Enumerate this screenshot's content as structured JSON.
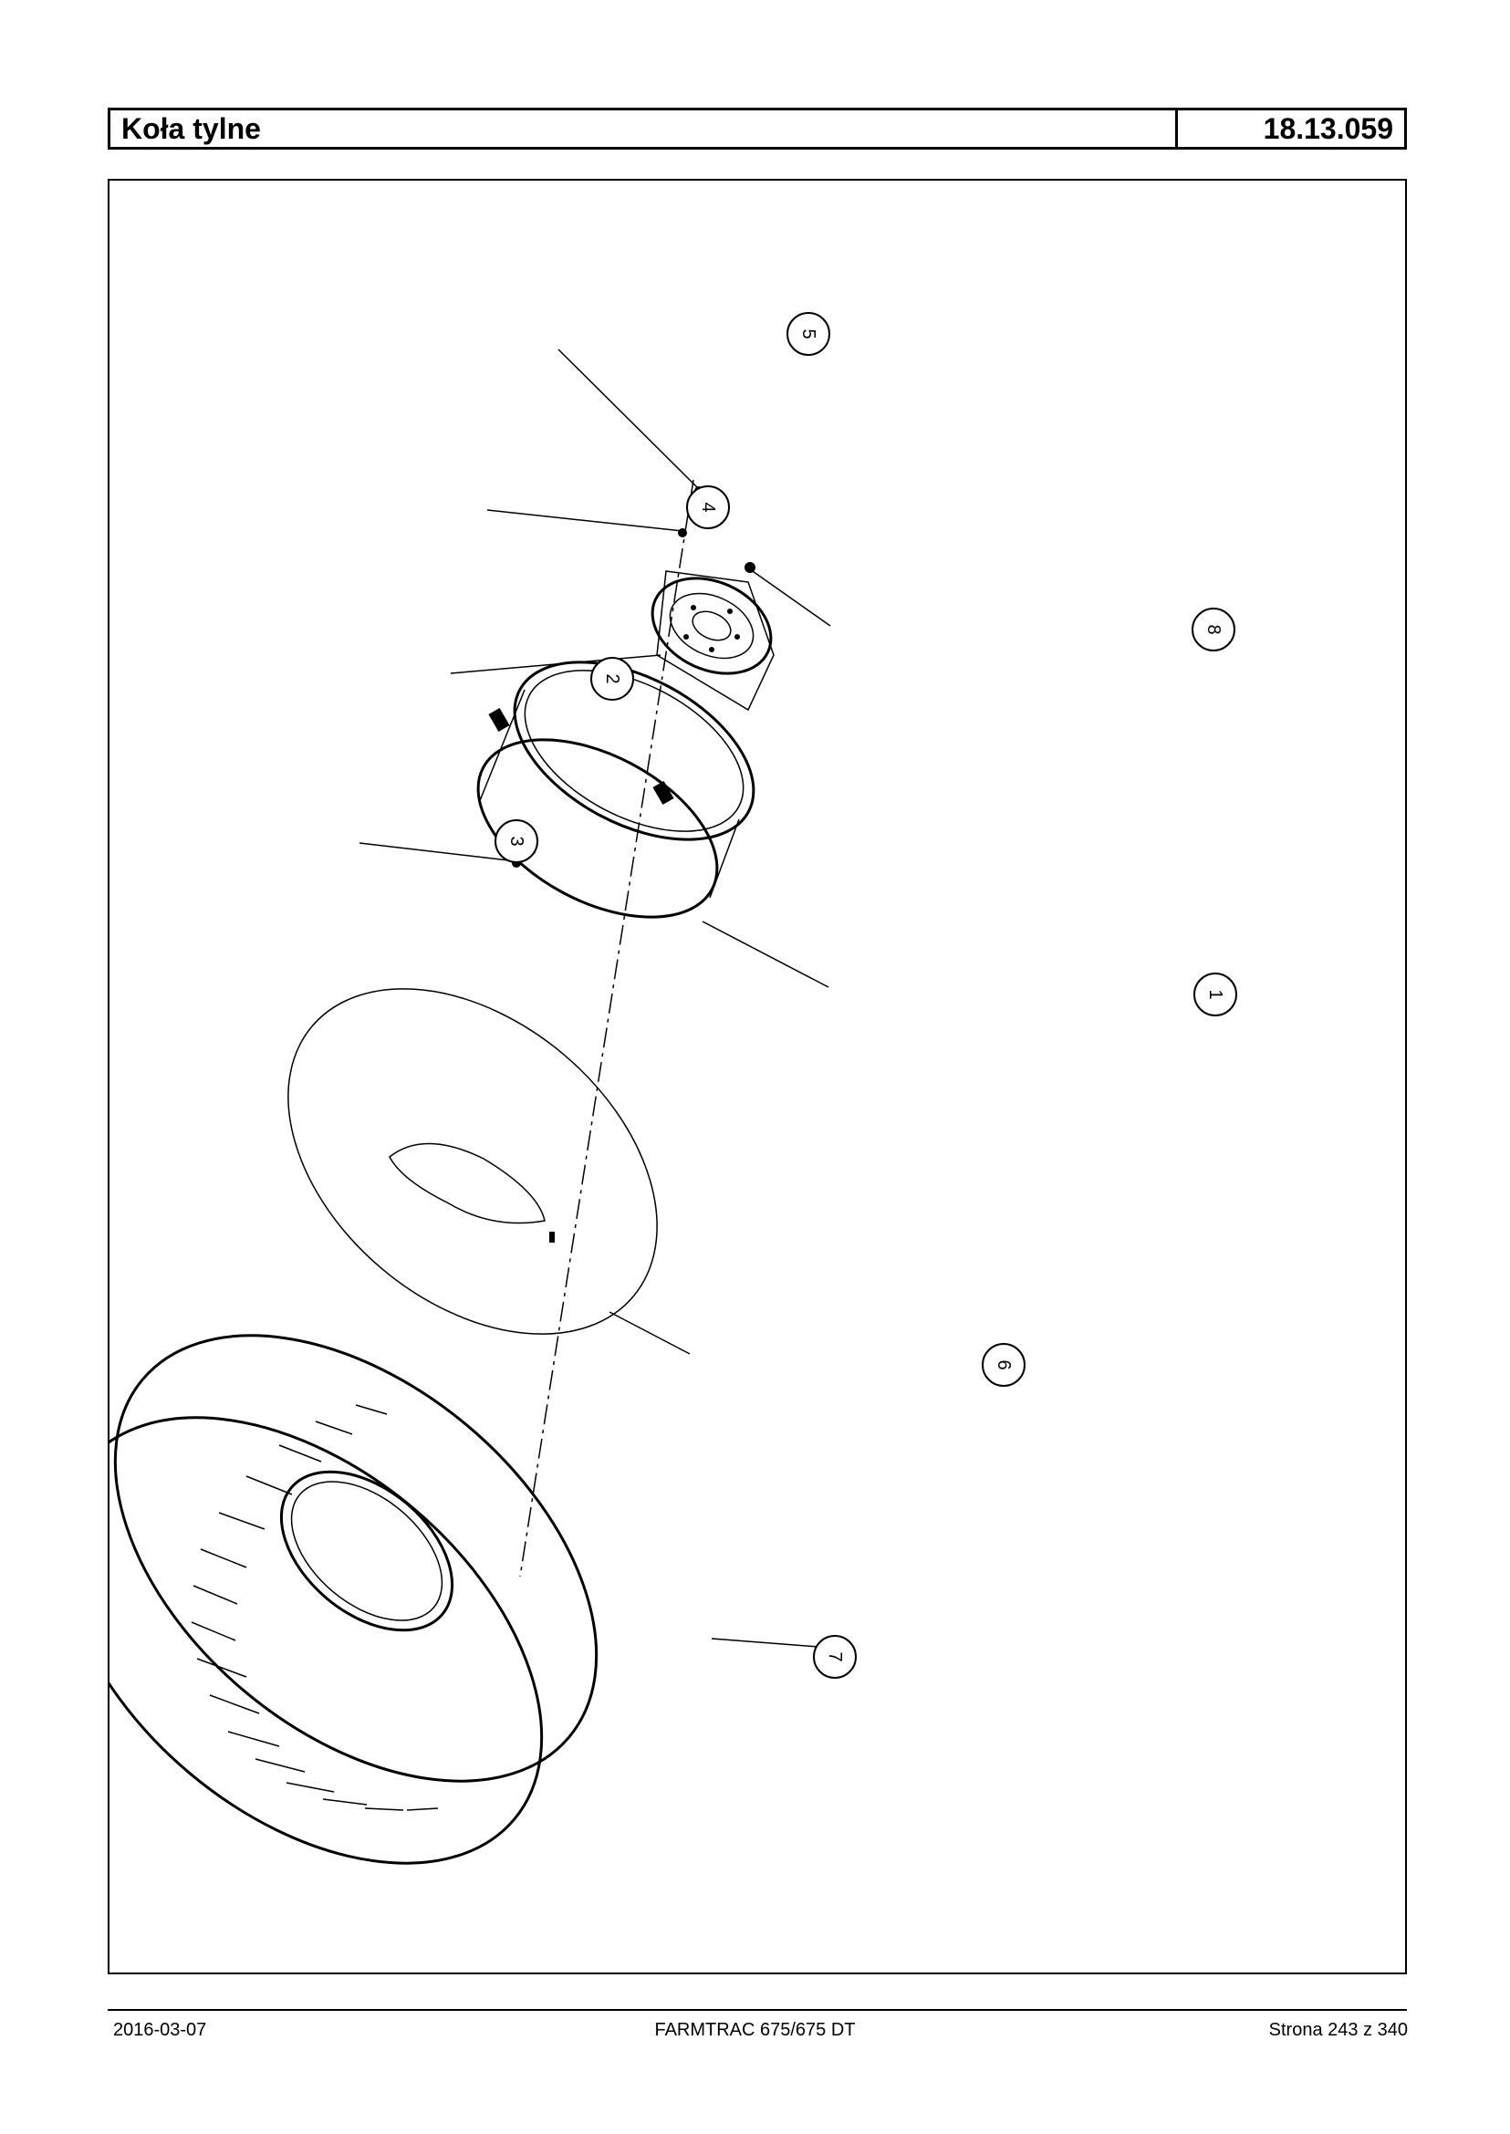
{
  "header": {
    "title": "Koła tylne",
    "code": "18.13.059"
  },
  "diagram": {
    "callouts": [
      {
        "number": "1",
        "part": "rim"
      },
      {
        "number": "2",
        "part": "wheel-disc"
      },
      {
        "number": "3",
        "part": "bolt"
      },
      {
        "number": "4",
        "part": "washer"
      },
      {
        "number": "5",
        "part": "nut"
      },
      {
        "number": "6",
        "part": "inner-tube"
      },
      {
        "number": "7",
        "part": "tyre"
      },
      {
        "number": "8",
        "part": "wheel-nut"
      }
    ]
  },
  "footer": {
    "date": "2016-03-07",
    "model": "FARMTRAC 675/675 DT",
    "page": "Strona 243 z 340"
  }
}
